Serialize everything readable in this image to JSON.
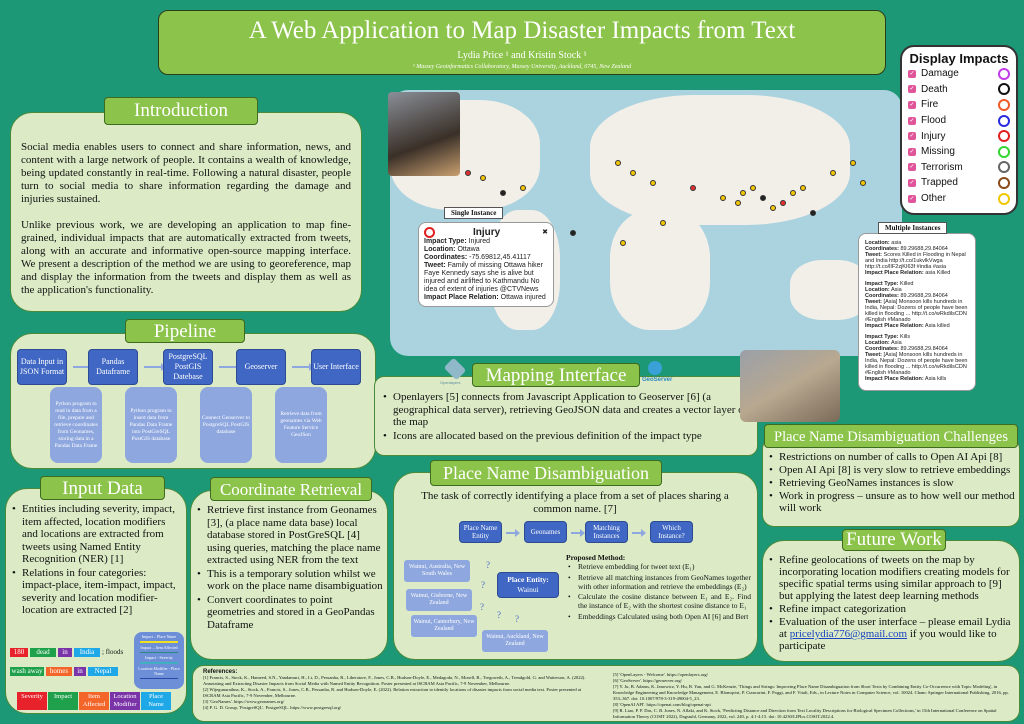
{
  "title": "A Web Application to Map Disaster Impacts from Text",
  "authors": "Lydia Price ¹ and Kristin Stock ¹",
  "affiliation": "¹ Massey Geoinformatics Collaboratory, Massey University, Auckland, 0745, New Zealand",
  "intro": {
    "heading": "Introduction",
    "p1": "Social media enables users to connect and share information, news, and content with a large network of people. It contains a wealth of knowledge, being updated constantly in real-time. Following a natural disaster, people turn to social media to share information regarding the damage and injuries sustained.",
    "p2": "Unlike previous work, we are developing an application to map fine-grained, individual impacts that are automatically extracted from tweets, along with an accurate and informative open-source mapping interface. We present a description of the method we are using to georeference, map and display the information from the tweets and display them as well as the application's functionality."
  },
  "pipeline": {
    "heading": "Pipeline",
    "steps": [
      "Data Input in JSON Format",
      "Pandas Dataframe",
      "PostgreSQL PostGIS Datebase",
      "Geoserver",
      "User Interface"
    ],
    "descs": [
      "Python program to read in data from a file, prepare and retrieve coordinates from Geonames, storing data in a Pandas Data Frame",
      "Python program to insert data from Pandas Data Frame into PostGreSQL PostGIS database",
      "Connect Geoserver to PostgreSQL PostGIS database",
      "Retrieve data from geonames via Web Feature Service GeoJSon"
    ]
  },
  "input_data": {
    "heading": "Input Data",
    "bullets": [
      "Entities including severity, impact, item affected, location modifiers and locations are extracted from tweets using Named Entity Recognition (NER) [1]",
      "Relations in four categories: impact-place, item-impact, impact, severity and location modifier-location are extracted [2]"
    ],
    "ex1": [
      "180",
      "dead",
      "in",
      "India",
      "; floods"
    ],
    "ex2": [
      "wash away",
      "homes",
      "in",
      "Nepal"
    ],
    "relations": [
      "Impact – Place Name",
      "Impact – Item Affected",
      "Impact - Severity",
      "Location Modifier - Place Name"
    ],
    "legend": [
      "Severity",
      "Impact",
      "Item Affected",
      "Location Modifier",
      "Place Name"
    ],
    "colors": [
      "#e8222a",
      "#1fa04a",
      "#f4652a",
      "#7a34a8",
      "#1ea8e8"
    ]
  },
  "coord": {
    "heading": "Coordinate Retrieval",
    "bullets": [
      "Retrieve first instance from Geonames [3], (a place name data base) local database stored in PostGreSQL [4]  using queries, matching the place name extracted using NER from the text",
      "This is a temporary solution whilst we work on the place name disambiguation",
      "Convert coordinates to point geometries and stored in a GeoPandas Dataframe"
    ]
  },
  "mapping": {
    "heading": "Mapping Interface",
    "logo1": "Openlayers",
    "logo2": "GeoServer",
    "bullets": [
      "Openlayers [5] connects from Javascript Application to Geoserver [6] (a geographical data server), retrieving GeoJSON data and creates a vector layer on the map",
      "Icons are allocated based on the previous definition of the impact type"
    ]
  },
  "map": {
    "single_caption": "Single Instance",
    "multi_caption": "Multiple Instances",
    "single": {
      "title": "Injury",
      "close": "✖",
      "lines": [
        [
          "Impact Type:",
          " Injured"
        ],
        [
          "Location:",
          " Ottawa"
        ],
        [
          "Coordinates:",
          " -75.69812,45.41117"
        ],
        [
          "Tweet:",
          " Family of missing Ottawa hiker Faye Kennedy says she is alive but injured and airlifted to Kathmandu No idea of extent of injuries @CTVNews"
        ],
        [
          "Impact Place Relation:",
          " Ottawa injured"
        ]
      ]
    },
    "multi": [
      [
        [
          "Location:",
          " asia"
        ],
        [
          "Coordinates:",
          " 89.29688,29.84064"
        ],
        [
          "Tweet:",
          " Scores Killed in Flooding in Nepal and India http://t.co/1ukvlkVwga http://t.co/lIF2zjKI63f #india #asia"
        ],
        [
          "Impact Place Relation:",
          " asia Killed"
        ]
      ],
      [
        [
          "Impact Type:",
          " Killed"
        ],
        [
          "Location:",
          " Asia"
        ],
        [
          "Coordinates:",
          " 89.29688,29.84064"
        ],
        [
          "Tweet:",
          " [Asia] Monsoon kills hundreds in India, Nepal: Dozens of people have been killed in flooding ... http://t.co/wRkdilsCDN #English #Manado"
        ],
        [
          "Impact Place Relation:",
          " Asia killed"
        ]
      ],
      [
        [
          "Impact Type:",
          " Kills"
        ],
        [
          "Location:",
          " Asia"
        ],
        [
          "Coordinates:",
          " 89.29688,29.84064"
        ],
        [
          "Tweet:",
          " [Asia] Monsoon kills hundreds in India, Nepal: Dozens of people have been killed in flooding ... http://t.co/wRkdilsCDN #English #Manado"
        ],
        [
          "Impact Place Relation:",
          " Asia kills"
        ]
      ]
    ]
  },
  "legend": {
    "title": "Display Impacts",
    "items": [
      {
        "label": "Damage",
        "color": "#c33ce8",
        "icon": "damage-icon"
      },
      {
        "label": "Death",
        "color": "#111111",
        "icon": "death-icon"
      },
      {
        "label": "Fire",
        "color": "#f05a28",
        "icon": "fire-icon"
      },
      {
        "label": "Flood",
        "color": "#2a2ae0",
        "icon": "flood-icon"
      },
      {
        "label": "Injury",
        "color": "#e02020",
        "icon": "injury-icon"
      },
      {
        "label": "Missing",
        "color": "#33d633",
        "icon": "missing-icon"
      },
      {
        "label": "Terrorism",
        "color": "#666666",
        "icon": "terrorism-icon"
      },
      {
        "label": "Trapped",
        "color": "#8b4a1a",
        "icon": "trapped-icon"
      },
      {
        "label": "Other",
        "color": "#f0c800",
        "icon": "other-icon"
      }
    ]
  },
  "pnd": {
    "heading": "Place Name Disambiguation",
    "intro": "The task of correctly identifying a place from a set of places sharing a common name. [7]",
    "flow": [
      "Place Name Entity",
      "Geonames",
      "Matching Instances",
      "Which Instance?"
    ],
    "entity_label": "Place Entity:",
    "entity_value": "Wainui",
    "candidates": [
      "Wainui, Australia, New South Wales",
      "Wainui, Gisborne, New Zealand",
      "Wainui, Canterbury, New Zealand",
      "Wainui, Auckland, New Zealand"
    ],
    "q": "?",
    "method_title": "Proposed Method:",
    "method": [
      "Retrieve embedding for tweet text (E₁)",
      "Retrieve all matching instances from GeoNames together with other information and retrieve the embeddings (E₂)",
      "Calculate the cosine distance between E₁ and E₂. Find the instance of E₂ with the shortest cosine distance to E₁",
      "Embeddings Calculated using both Open AI [6] and Bert"
    ]
  },
  "challenges": {
    "heading": "Place Name Disambiguation Challenges",
    "bullets": [
      "Restrictions on number of calls to Open AI Api [8]",
      "Open AI Api [8] is very slow to retrieve embeddings",
      "Retrieving GeoNames instances is slow",
      "Work in progress – unsure as to how well our method will work"
    ]
  },
  "future": {
    "heading": "Future Work",
    "bullets": [
      "Refine geolocations of tweets on the map by incorporating location modifiers creating models for specific spatial terms using similar approach to [9] but applying the latest deep learning methods",
      "Refine impact categorization"
    ],
    "b3_pre": "Evaluation of the user interface – please email Lydia at ",
    "email": "pricelydia776@gmail.com",
    "b3_post": " if you would like to participate"
  },
  "refs": {
    "heading": "References:",
    "left": [
      "[1] Francis, S., Stock, K., Hameed, S.N., Yandamuri, H., Li, D., Pessanha, R., Liberatore, F., Jones, C.B., Hudson-Doyle, E., Medagoda, N., Mcnell, R., Tregoweth, A., Trendgold, G. and Watterson, A. (2022). Annotating and Extracting Disaster Impacts from Social Media with Named Entity Recognition. Poster presented at ISCRAM Asia Pacific, 7-9 November, Melbourne.",
      "[2] Wijegunarathna, K., Stock, A., Francis, S., Jones, C.B., Pessanha, R. and Hudson-Doyle, E. (2022). Relation extraction to identify locations of disaster impacts from social media text. Poster presented at ISCRAM Asia Pacific, 7-9 November, Melbourne.",
      "[3] 'GeoNames'. https://www.geonames.org/",
      "[4] P. G. D. Group, 'PostgreSQL'. PostgreSQL. https://www.postgresql.org/"
    ],
    "right": [
      "[5] 'OpenLayers - Welcome'. https://openlayers.org/",
      "[6] 'GeoServer'. https://geoserver.org/",
      "[7] Y. Ju, B. Adams, K. Janowicz, Y. Hu, B. Yan, and G. McKenzie, 'Things and Strings: Improving Place Name Disambiguation from Short Texts by Combining Entity Co-Occurrence with Topic Modeling', in Knowledge Engineering and Knowledge Management, E. Blomqvist, P. Ciancarini, F. Poggi, and F. Vitali, Eds., in Lecture Notes in Computer Science, vol. 10024. Cham: Springer International Publishing, 2016, pp. 353–367. doi: 10.1007/978-3-319-49004-5_23.",
      "[8] 'OpenAI API'. https://openai.com/blog/openai-api",
      "[9] R. Liao, P. P. Das, C. B. Jones, N. Aflaki, and K. Stock, 'Predicting Distance and Direction from Text Locality Descriptions for Biological Specimen Collections,' in 15th International Conference on Spatial Information Theory (COSIT 2022), Dagstuhl, Germany, 2022, vol. 240, p. 4:1-4:15. doi: 10.4230/LIPIcs.COSIT.2022.4."
    ]
  }
}
